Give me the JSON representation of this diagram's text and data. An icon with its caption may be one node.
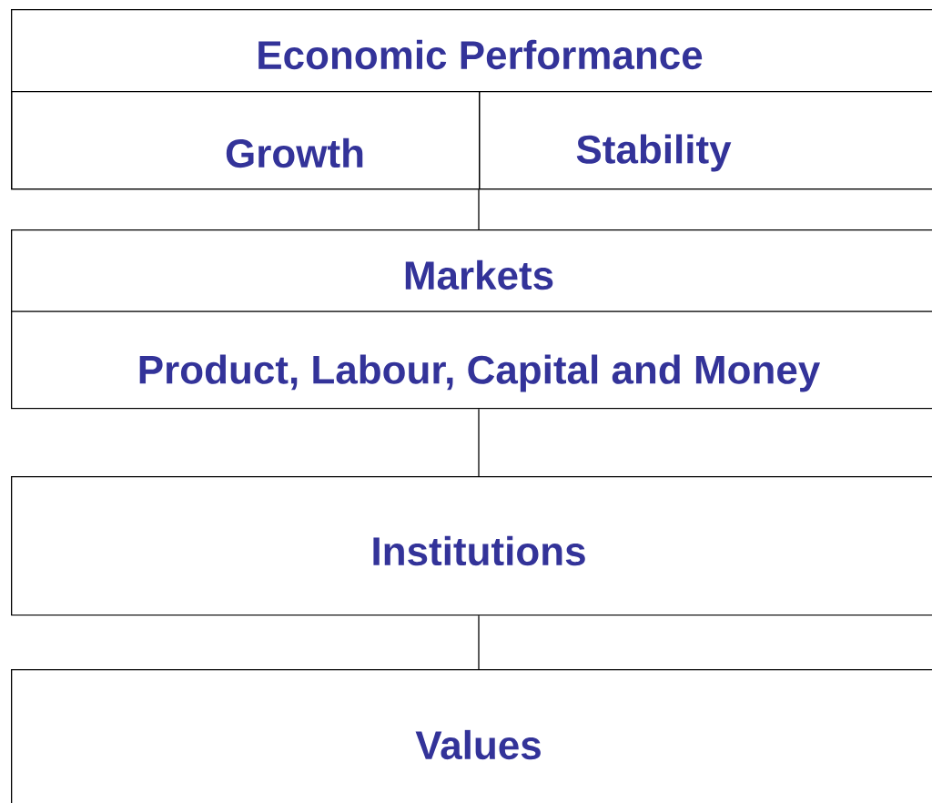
{
  "diagram": {
    "nodes": [
      {
        "text": [
          "Economic Performance"
        ]
      },
      {
        "text": [
          "Growth"
        ],
        "in": 0
      },
      {
        "text": [
          "Stability"
        ],
        "in": 0
      },
      {
        "text": [
          "Markets",
          "Product, Labour, Capital and Money"
        ]
      },
      {
        "text": [
          "Institutions"
        ]
      },
      {
        "text": [
          "Values"
        ]
      }
    ],
    "edges": [
      {
        "from": 0,
        "to": 3,
        "arrow": "none"
      },
      {
        "from": 3,
        "to": 4,
        "arrow": "none"
      },
      {
        "from": 4,
        "to": 5,
        "arrow": "none"
      }
    ]
  }
}
